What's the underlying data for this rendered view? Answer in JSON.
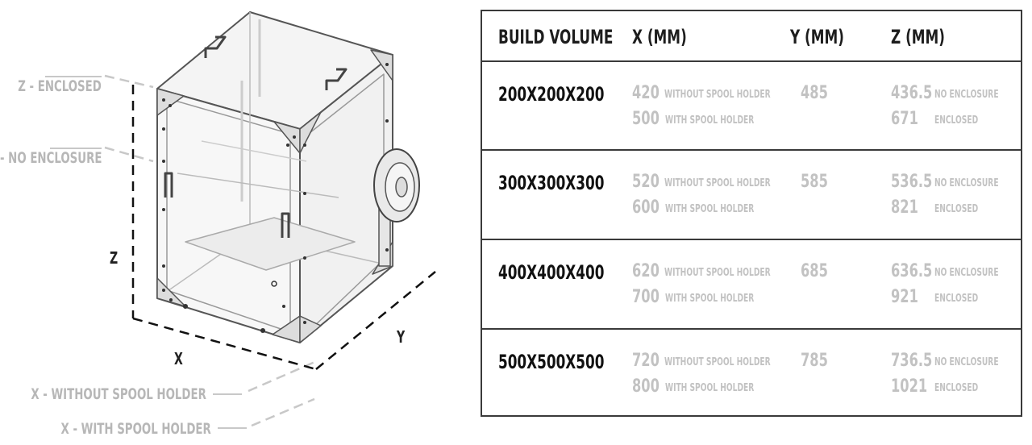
{
  "diagram": {
    "labels": {
      "z_enclosed": "Z - ENCLOSED",
      "z_no_enclosure": "Z - NO ENCLOSURE",
      "z": "Z",
      "x": "X",
      "y": "Y",
      "x_without_spool": "X - WITHOUT SPOOL HOLDER",
      "x_with_spool": "X - WITH SPOOL HOLDER"
    }
  },
  "table": {
    "headers": [
      "BUILD VOLUME",
      "X (MM)",
      "Y (MM)",
      "Z (MM)"
    ],
    "rows": [
      {
        "size": "200X200X200",
        "x_without": "420",
        "x_without_label": "WITHOUT SPOOL HOLDER",
        "x_with": "500",
        "x_with_label": "WITH SPOOL HOLDER",
        "y": "485",
        "z_no_enc": "436.5",
        "z_no_enc_label": "NO ENCLOSURE",
        "z_enc": "671",
        "z_enc_label": "ENCLOSED"
      },
      {
        "size": "300X300X300",
        "x_without": "520",
        "x_without_label": "WITHOUT SPOOL HOLDER",
        "x_with": "600",
        "x_with_label": "WITH SPOOL HOLDER",
        "y": "585",
        "z_no_enc": "536.5",
        "z_no_enc_label": "NO ENCLOSURE",
        "z_enc": "821",
        "z_enc_label": "ENCLOSED"
      },
      {
        "size": "400X400X400",
        "x_without": "620",
        "x_without_label": "WITHOUT SPOOL HOLDER",
        "x_with": "700",
        "x_with_label": "WITH SPOOL HOLDER",
        "y": "685",
        "z_no_enc": "636.5",
        "z_no_enc_label": "NO ENCLOSURE",
        "z_enc": "921",
        "z_enc_label": "ENCLOSED"
      },
      {
        "size": "500X500X500",
        "x_without": "720",
        "x_without_label": "WITHOUT SPOOL HOLDER",
        "x_with": "800",
        "x_with_label": "WITH SPOOL HOLDER",
        "y": "785",
        "z_no_enc": "736.5",
        "z_no_enc_label": "NO ENCLOSURE",
        "z_enc": "1021",
        "z_enc_label": "ENCLOSED"
      }
    ]
  },
  "colors": {
    "grey_text": "#c2c2c2",
    "dark_text": "#1d1d1d",
    "border": "#3a3a3a"
  }
}
